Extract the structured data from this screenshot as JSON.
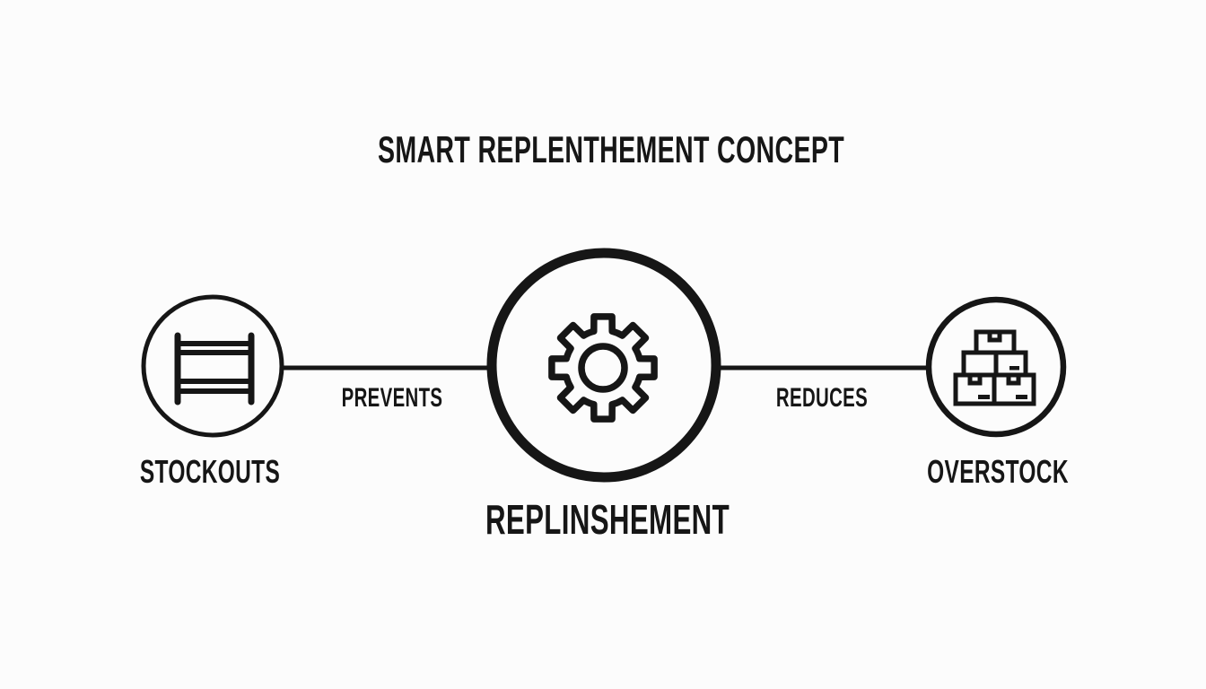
{
  "title": "SMART REPLENTHEMENT CONCEPT",
  "diagram": {
    "type": "concept-flow",
    "nodes": {
      "left": {
        "label": "STOCKOUTS",
        "icon": "shelf-rack-icon"
      },
      "center": {
        "label": "REPLINSHEMENT",
        "icon": "gear-icon"
      },
      "right": {
        "label": "OVERSTOCK",
        "icon": "stacked-boxes-icon"
      }
    },
    "connectors": [
      {
        "from": "center",
        "to": "left",
        "label": "PREVENTS"
      },
      {
        "from": "center",
        "to": "right",
        "label": "REDUCES"
      }
    ]
  },
  "colors": {
    "background": "#fcfcfc",
    "ink": "#161616"
  }
}
